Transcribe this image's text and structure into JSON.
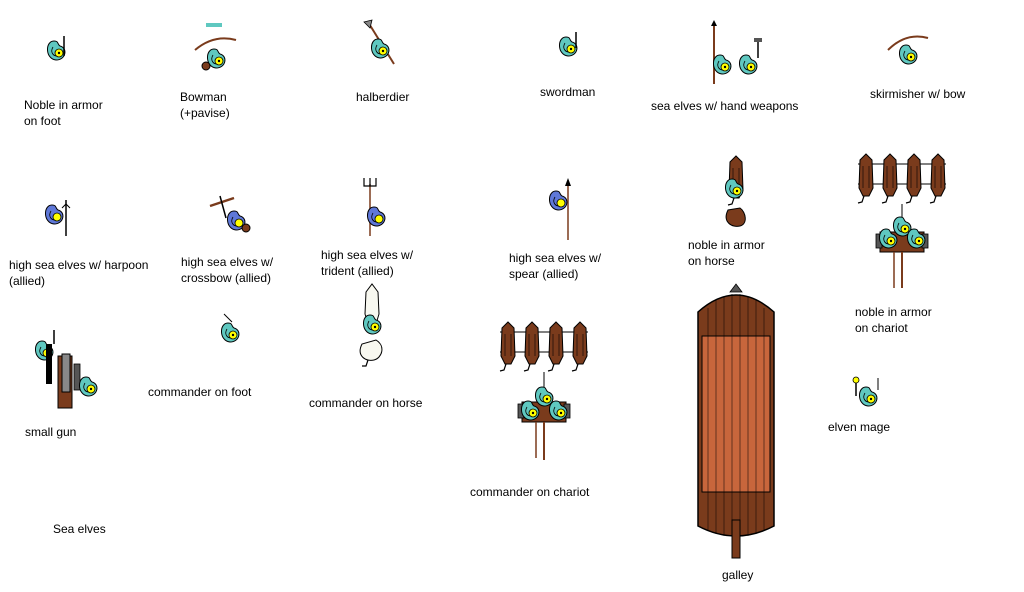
{
  "units": [
    {
      "id": "noble-foot",
      "lines": [
        "Noble in armor",
        "on foot"
      ]
    },
    {
      "id": "bowman",
      "lines": [
        "Bowman",
        "(+pavise)"
      ]
    },
    {
      "id": "halberdier",
      "lines": [
        "halberdier"
      ]
    },
    {
      "id": "swordman",
      "lines": [
        "swordman"
      ]
    },
    {
      "id": "sea-elves-hand",
      "lines": [
        "sea elves w/ hand weapons"
      ]
    },
    {
      "id": "skirmisher",
      "lines": [
        "skirmisher w/ bow"
      ]
    },
    {
      "id": "harpoon",
      "lines": [
        "high sea elves w/ harpoon",
        "(allied)"
      ]
    },
    {
      "id": "crossbow",
      "lines": [
        "high sea elves w/",
        "crossbow (allied)"
      ]
    },
    {
      "id": "trident",
      "lines": [
        "high sea elves w/",
        "trident (allied)"
      ]
    },
    {
      "id": "spear",
      "lines": [
        "high sea elves w/",
        "spear (allied)"
      ]
    },
    {
      "id": "noble-horse",
      "lines": [
        "noble in armor",
        "on horse"
      ]
    },
    {
      "id": "noble-chariot",
      "lines": [
        "noble in armor",
        "on chariot"
      ]
    },
    {
      "id": "small-gun",
      "lines": [
        "small gun"
      ]
    },
    {
      "id": "commander-foot",
      "lines": [
        "commander on foot"
      ]
    },
    {
      "id": "commander-horse",
      "lines": [
        "commander on horse"
      ]
    },
    {
      "id": "commander-chariot",
      "lines": [
        "commander on chariot"
      ]
    },
    {
      "id": "elven-mage",
      "lines": [
        "elven mage"
      ]
    },
    {
      "id": "galley",
      "lines": [
        "galley"
      ]
    }
  ],
  "army_label": "Sea elves",
  "colors": {
    "elf_teal": "#5fc8c0",
    "high_elf_blue": "#5f78d8",
    "brown": "#7a3b1c",
    "shield_yellow": "#ffff00",
    "galley_orange": "#c8663c"
  }
}
